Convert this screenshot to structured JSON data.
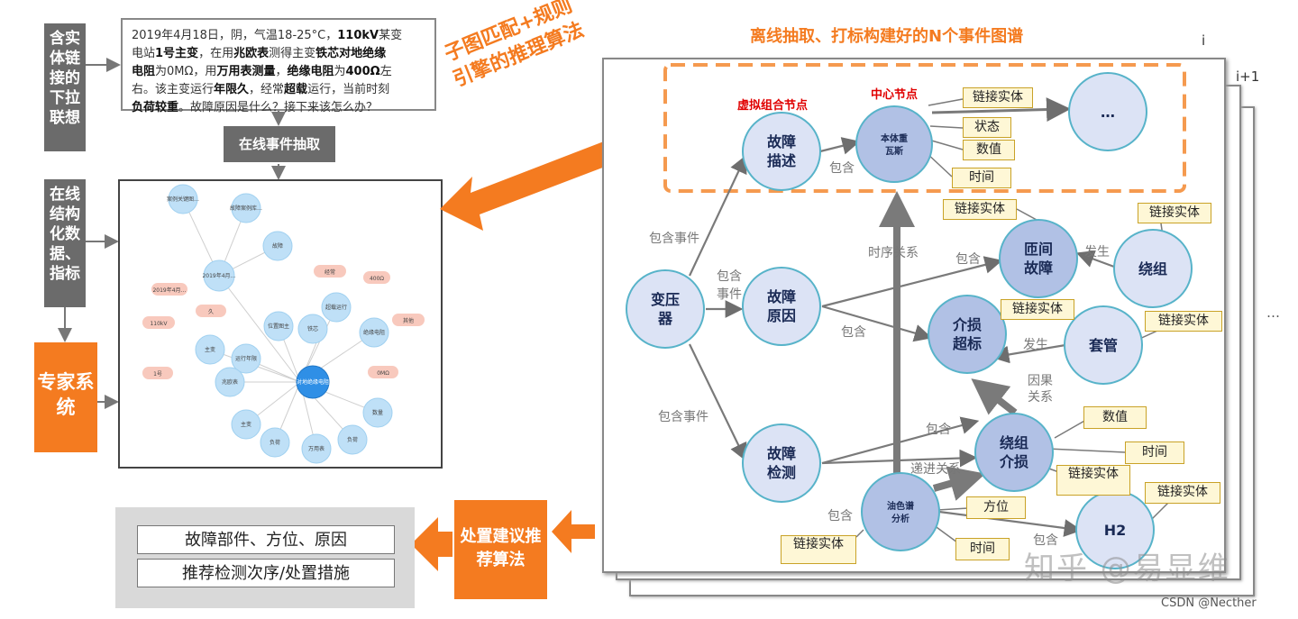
{
  "left": {
    "label_dropdown": "含实体链接的下拉联想",
    "label_structured": "在线结构化数据、指标",
    "expert_system": "专家系统",
    "incident_text": {
      "line1_a": "2019年4月18日，阴，气温18-25°C，",
      "line1_b": "110kV",
      "line1_c": "某变",
      "line2_a": "电站",
      "line2_b": "1号主变",
      "line2_c": "，在用",
      "line2_d": "兆欧表",
      "line2_e": "测得主变",
      "line2_f": "铁芯对地绝缘",
      "line3_a": "电阻",
      "line3_b": "为0MΩ，用",
      "line3_c": "万用表测量",
      "line3_d": "，",
      "line3_e": "绝缘电阻",
      "line3_f": "为",
      "line3_g": "400Ω",
      "line3_h": "左",
      "line4_a": "右。该主变运行",
      "line4_b": "年限久",
      "line4_c": "，经常",
      "line4_d": "超载",
      "line4_e": "运行，当前时刻",
      "line5_a": "负荷较重",
      "line5_b": "。故障原因是什么？接下来该怎么办？"
    },
    "online_extract": "在线事件抽取",
    "mini_graph": {
      "nodes": [
        "案例关键图…",
        "故障案例库…",
        "故障",
        "2019年4月…",
        "位置图主",
        "铁芯",
        "超载运行",
        "绝缘电阻",
        "运行年限",
        "主变",
        "兆欧表",
        "对地绝缘电阻",
        "万用表",
        "负荷",
        "数量",
        "负荷",
        "主变"
      ],
      "pills": [
        "经常",
        "400Ω",
        "2019年4月…",
        "久",
        "110kV",
        "0MΩ",
        "1号",
        "其他"
      ]
    }
  },
  "middle": {
    "subgraph_arrow": "子图匹配+规则引擎的推理算法",
    "advice_box": "处置建议推荐算法",
    "output_rows": [
      "故障部件、方位、原因",
      "推荐检测次序/处置措施"
    ]
  },
  "right": {
    "title": "离线抽取、打标构建好的N个事件图谱",
    "stack_i": "i",
    "stack_i1": "i+1",
    "stack_more": "…",
    "virtual_node_label": "虚拟组合节点",
    "center_node_label": "中心节点",
    "nodes": {
      "transformer": "变压器",
      "fault_desc": "故障描述",
      "fault_cause": "故障原因",
      "fault_check": "故障检测",
      "entity_gas": "本体重瓦斯",
      "more": "…",
      "interturn": "匝间故障",
      "winding": "绕组",
      "dielectric": "介损超标",
      "bushing": "套管",
      "winding_loss": "绕组介损",
      "dga": "油色谱分析",
      "h2": "H2"
    },
    "tags": {
      "link1": "链接实体",
      "state": "状态",
      "value1": "数值",
      "time1": "时间",
      "link2": "链接实体",
      "link3": "链接实体",
      "link4": "链接实体",
      "link5": "链接实体",
      "value2": "数值",
      "time2": "时间",
      "link6": "链接实体",
      "link7": "链接实体",
      "direction": "方位",
      "time3": "时间",
      "link8": "链接实体"
    },
    "edges": {
      "contain_event1": "包含事件",
      "contain_event2": "包含事件",
      "contain_event3": "包含事件",
      "contain1": "包含",
      "contain2": "包含",
      "contain3": "包含",
      "contain4": "包含",
      "contain5": "包含",
      "contain6": "包含",
      "timing": "时序关系",
      "occur1": "发生",
      "occur2": "发生",
      "causal": "因果关系",
      "progressive": "递进关系"
    }
  },
  "watermark": "知乎 @易显维",
  "credit": "CSDN @Necther",
  "colors": {
    "orange": "#f47b20",
    "grey": "#6b6b6b",
    "node_fill": "#dce3f5",
    "node_stroke": "#57b3c9",
    "tag_fill": "#fef7d6",
    "tag_stroke": "#c9a227",
    "red": "#e00000"
  }
}
